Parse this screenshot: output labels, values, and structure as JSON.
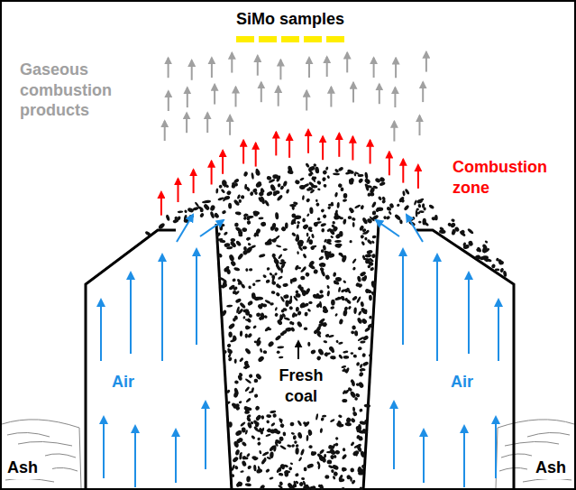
{
  "diagram": {
    "labels": [
      "SiMo samples",
      "Gaseous combustion products",
      "Combustion zone",
      "Air",
      "Fresh coal",
      "Air",
      "Ash",
      "Ash"
    ]
  }
}
